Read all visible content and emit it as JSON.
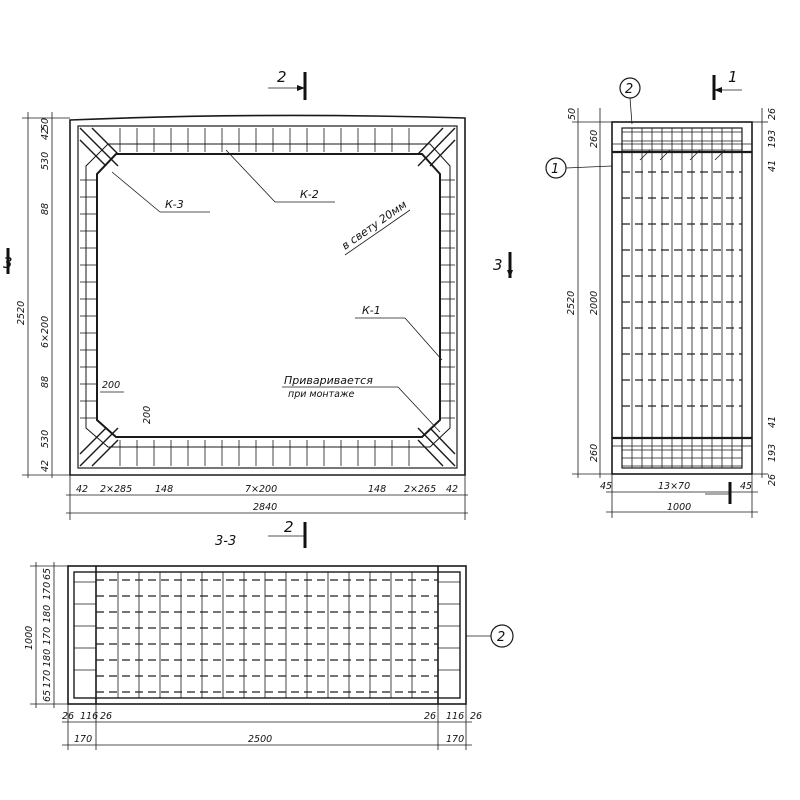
{
  "sections": {
    "top_marker": "2",
    "side_marker": "3",
    "right_marker": "1",
    "section_title": "3-3",
    "bottom_marker": "2"
  },
  "front_view": {
    "callouts": {
      "k3": "К-3",
      "k2": "К-2",
      "k1": "К-1",
      "clear_opening": "в свету 20мм",
      "weld_note_1": "Приваривается",
      "weld_note_2": "при монтаже"
    },
    "left_dims": [
      "50",
      "42",
      "530",
      "88",
      "6×200",
      "88",
      "530",
      "42"
    ],
    "left_total": "2520",
    "inner_dims": [
      "200",
      "200"
    ],
    "bottom_dims": [
      "42",
      "2×285",
      "148",
      "7×200",
      "148",
      "2×265",
      "42"
    ],
    "bottom_total": "2840"
  },
  "side_view": {
    "markers": [
      "2",
      "1"
    ],
    "left_dims": [
      "50",
      "260",
      "2000",
      "260"
    ],
    "left_total": "2520",
    "right_dims": [
      "26",
      "193",
      "41",
      "41",
      "193",
      "26"
    ],
    "bottom_dims": [
      "45",
      "13×70",
      "45"
    ],
    "bottom_total": "1000"
  },
  "plan_view": {
    "marker": "2",
    "left_dims": [
      "65",
      "170",
      "180",
      "170",
      "180",
      "170",
      "65"
    ],
    "left_total": "1000",
    "bottom_dims": [
      "26",
      "116",
      "26",
      "26",
      "116",
      "26"
    ],
    "bottom_row2": [
      "170",
      "2500",
      "170"
    ]
  }
}
